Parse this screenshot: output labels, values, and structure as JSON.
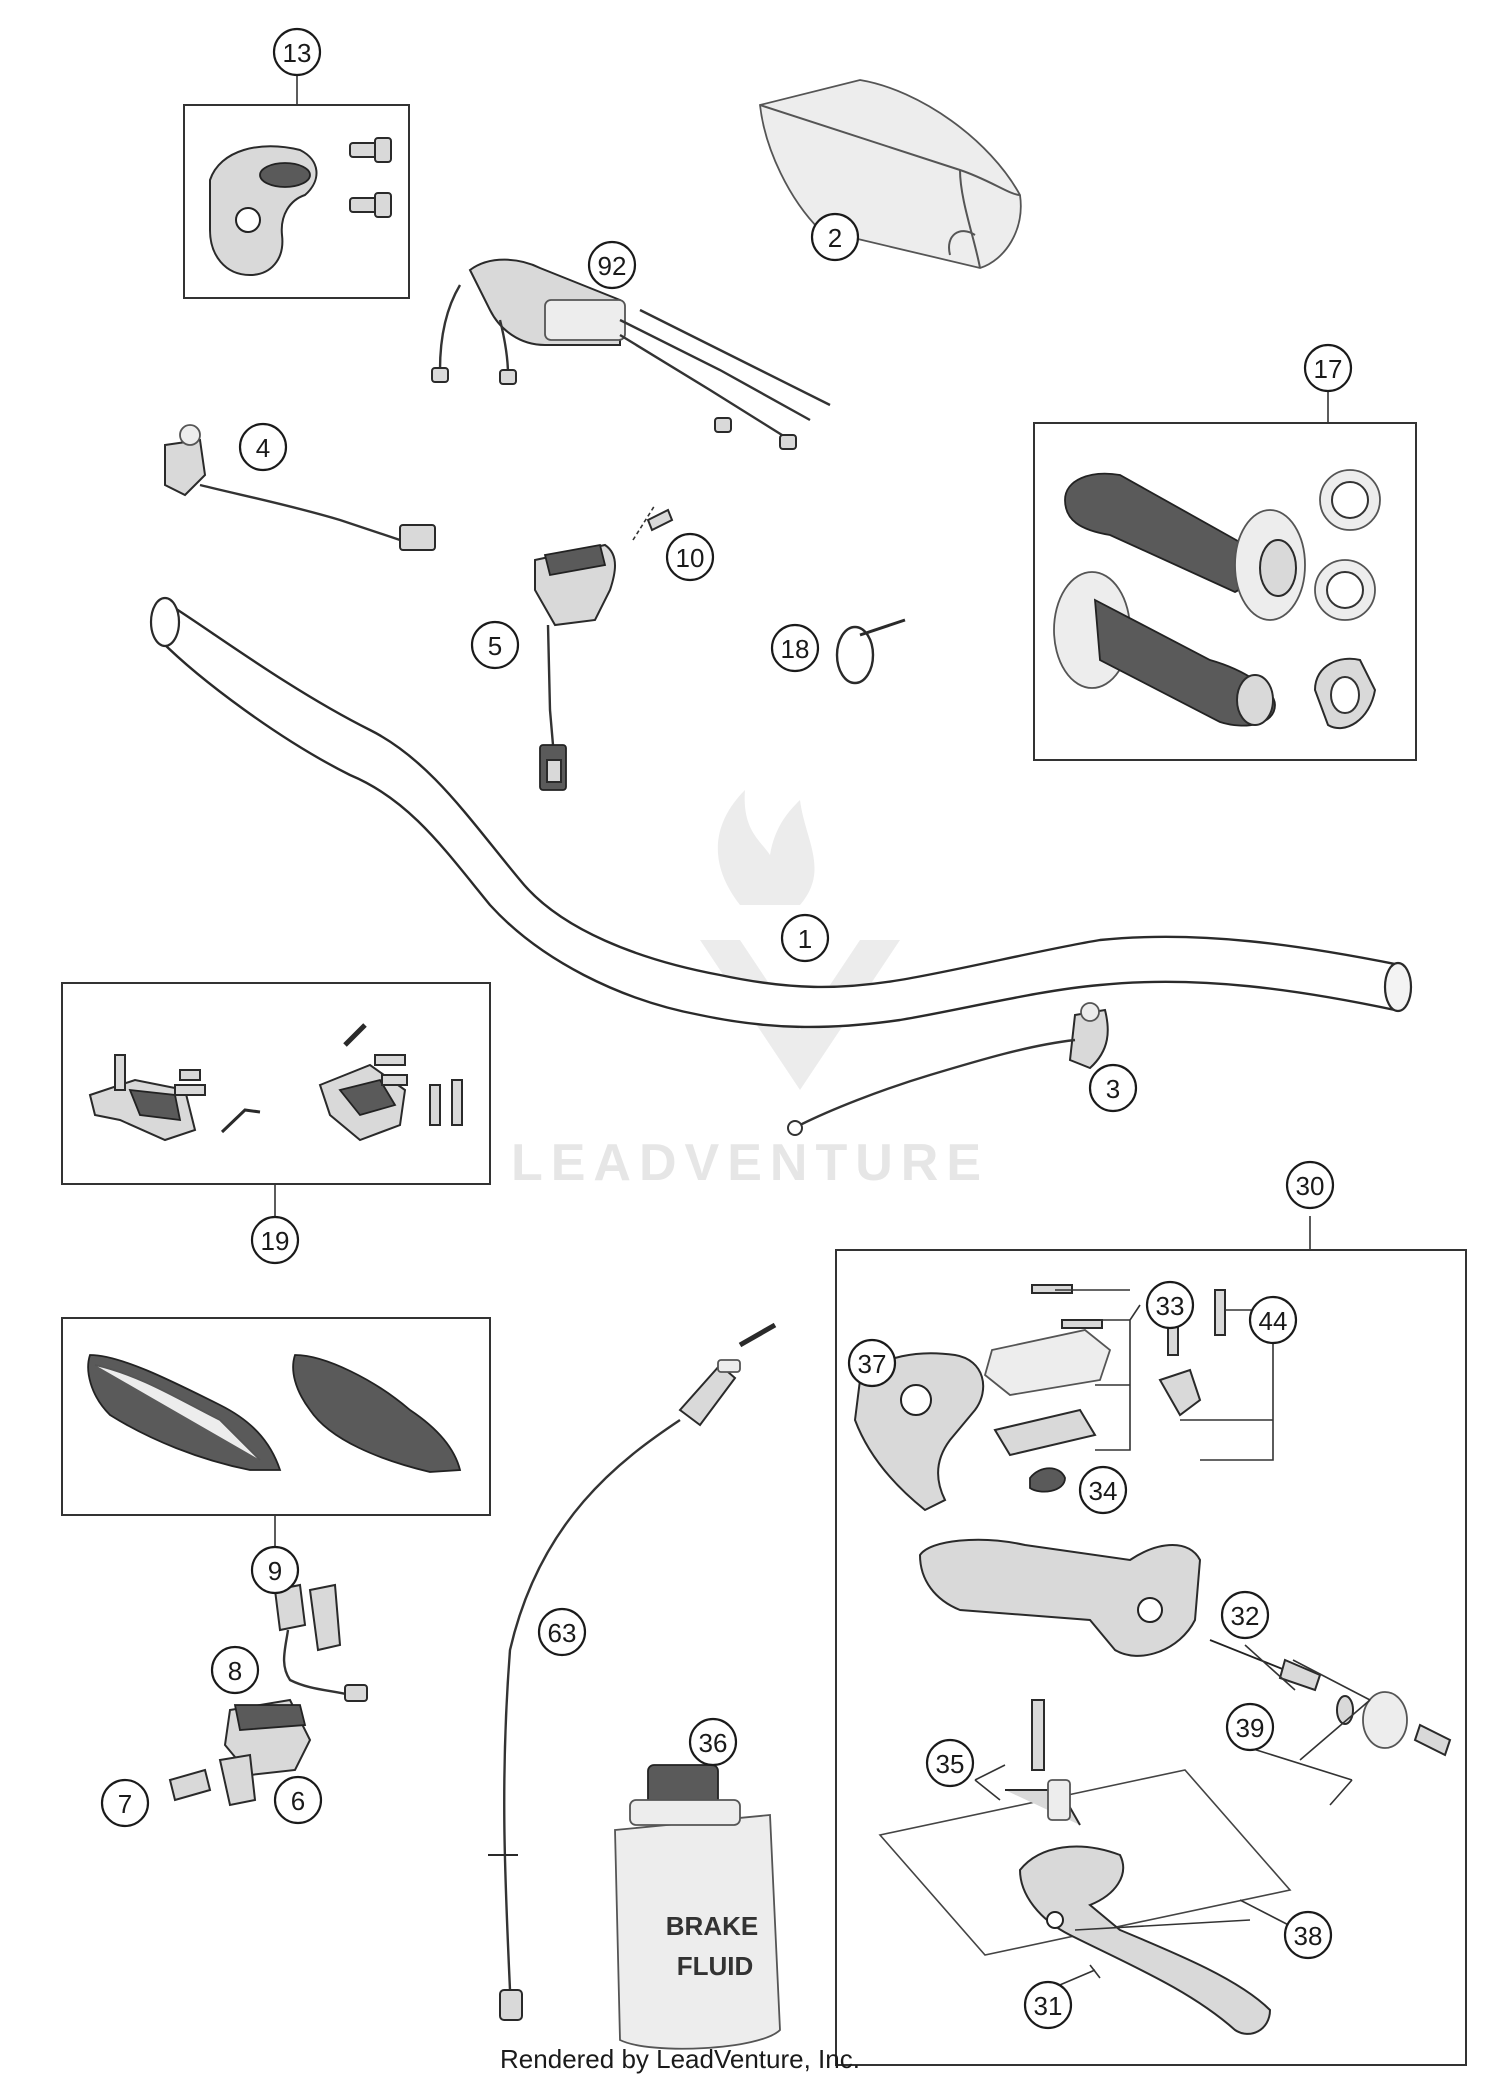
{
  "callouts": [
    "13",
    "2",
    "92",
    "17",
    "4",
    "10",
    "5",
    "18",
    "1",
    "3",
    "19",
    "30",
    "33",
    "44",
    "37",
    "34",
    "9",
    "32",
    "63",
    "39",
    "8",
    "36",
    "35",
    "7",
    "6",
    "38",
    "31"
  ],
  "bottle_label": [
    "BRAKE",
    "FLUID"
  ],
  "watermark": "LEADVENTURE",
  "footer": "Rendered by LeadVenture, Inc."
}
